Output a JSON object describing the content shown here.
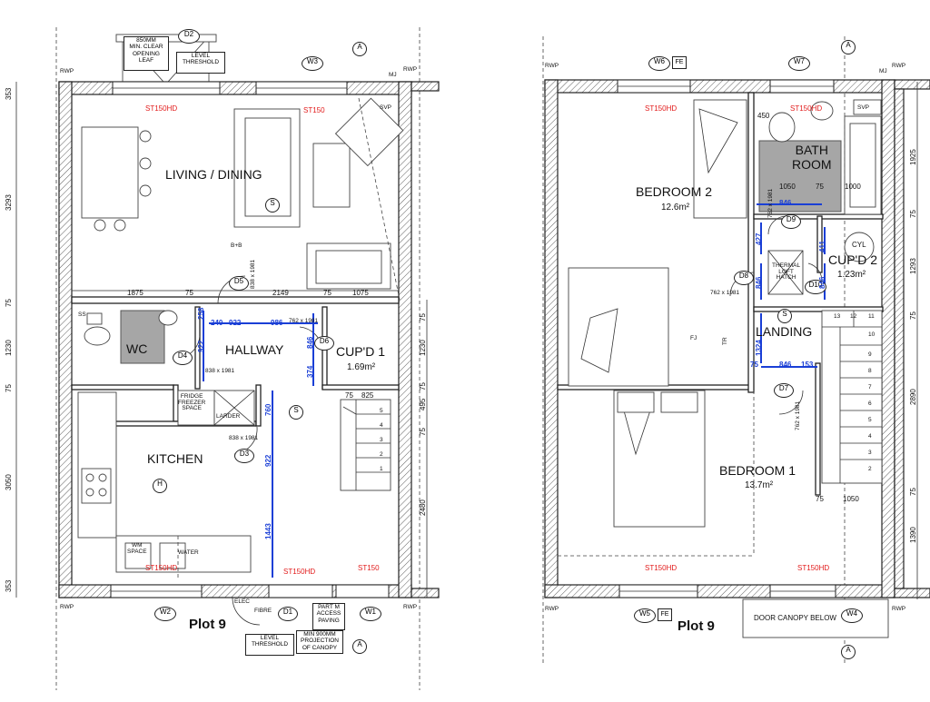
{
  "ground_floor": {
    "plot": "Plot 9",
    "rooms": {
      "living": "LIVING / DINING",
      "hallway": "HALLWAY",
      "kitchen": "KITCHEN",
      "wc": "WC",
      "cupd1": "CUP'D 1",
      "cupd1_area": "1.69m²"
    },
    "labels": {
      "clear_opening": [
        "850MM",
        "MIN. CLEAR",
        "OPENING",
        "LEAF"
      ],
      "level_threshold_top": [
        "LEVEL",
        "THRESHOLD"
      ],
      "level_threshold_bottom": [
        "LEVEL",
        "THRESHOLD"
      ],
      "fridge": [
        "FRIDGE",
        "FREEZER",
        "SPACE"
      ],
      "larder": "LARDER",
      "wm": [
        "WM",
        "SPACE"
      ],
      "water": "WATER",
      "part_m": [
        "PART M",
        "ACCESS",
        "PAVING"
      ],
      "canopy": [
        "MIN 900MM",
        "PROJECTION",
        "OF CANOPY"
      ],
      "elec": "ELEC",
      "fibre": "FIBRE",
      "svp": "SVP",
      "bb": "B+B",
      "door_838": "838 x 1981",
      "door_838b": "838 x 1981",
      "door_838c": "838 x 1981",
      "door_762": "762 x 1981",
      "ss": "SS",
      "mj": "MJ"
    },
    "tags": [
      "D2",
      "W3",
      "D5",
      "D4",
      "D6",
      "D3",
      "W2",
      "D1",
      "W1",
      "S",
      "H",
      "S"
    ],
    "red_labels": [
      "ST150HD",
      "ST150",
      "ST150HD",
      "ST150",
      "ST150HD"
    ],
    "dims": {
      "left": [
        "353",
        "3293",
        "75",
        "1230",
        "75",
        "3050",
        "353"
      ],
      "right": [
        "75",
        "1230",
        "75",
        "495",
        "75",
        "2480"
      ],
      "row": [
        "1875",
        "75",
        "2149",
        "75",
        "1075"
      ],
      "blue": [
        "240",
        "922",
        "986",
        "922",
        "760",
        "922",
        "1443",
        "846",
        "374",
        "258"
      ],
      "stair": [
        "75",
        "825"
      ],
      "steps": [
        "1",
        "2",
        "3",
        "4",
        "5"
      ]
    },
    "rwp": "RWP",
    "section": "A"
  },
  "first_floor": {
    "plot": "Plot 9",
    "rooms": {
      "bed2": "BEDROOM 2",
      "bed2_area": "12.6m²",
      "bath": [
        "BATH",
        "ROOM"
      ],
      "landing": "LANDING",
      "cupd2": "CUP'D 2",
      "cupd2_area": "1.23m²",
      "bed1": "BEDROOM 1",
      "bed1_area": "13.7m²"
    },
    "labels": {
      "thermal": [
        "THERMAL",
        "LOFT",
        "HATCH"
      ],
      "door_canopy": "DOOR CANOPY BELOW",
      "cyl": "CYL",
      "svp": "SVP",
      "fe": "FE",
      "fj": "FJ",
      "tr": "TR",
      "door_762": "762 x 1981",
      "door_762b": "762 x 1981",
      "door_762c": "762 x 1981",
      "mj": "MJ"
    },
    "tags": [
      "W6",
      "W7",
      "D8",
      "D9",
      "D10",
      "D7",
      "W5",
      "W4",
      "S"
    ],
    "red_labels": [
      "ST150HD",
      "ST150HD",
      "ST150HD",
      "ST150HD"
    ],
    "dims": {
      "right": [
        "1925",
        "75",
        "1293",
        "75",
        "2890",
        "75",
        "1390"
      ],
      "bath": [
        "450",
        "1050",
        "75",
        "1000"
      ],
      "blue": [
        "846",
        "427",
        "846",
        "1324",
        "846",
        "153",
        "411",
        "846",
        "75"
      ],
      "stair_bottom": [
        "75",
        "1050"
      ],
      "steps": [
        "2",
        "3",
        "4",
        "5",
        "6",
        "7",
        "8",
        "9",
        "10",
        "11",
        "12",
        "13"
      ]
    },
    "rwp": "RWP",
    "section": "A"
  },
  "colors": {
    "dimension_blue": "#1a3fd6",
    "structural_red": "#e21b1b",
    "wc_grey": "#a6a6a6"
  }
}
